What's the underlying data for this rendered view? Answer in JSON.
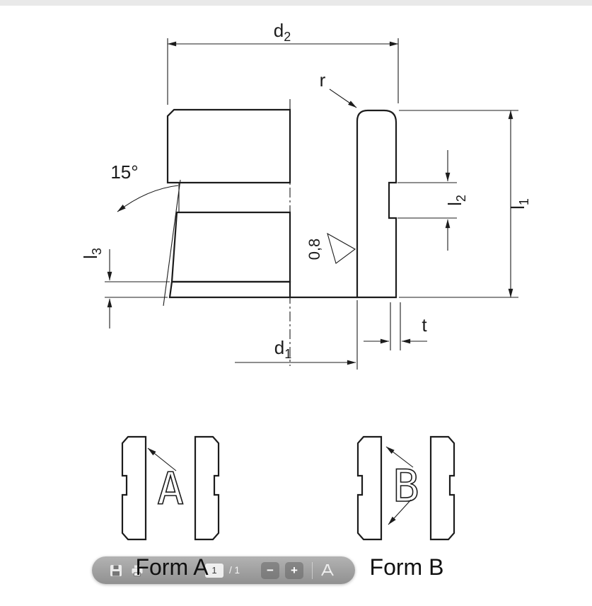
{
  "page": {
    "background": "#ffffff",
    "top_strip_color": "#e9e9e9"
  },
  "drawing": {
    "line_color": "#1c1c1c",
    "dimensions": {
      "d2": {
        "base": "d",
        "sub": "2"
      },
      "d1": {
        "base": "d",
        "sub": "1"
      },
      "l1": {
        "base": "l",
        "sub": "1"
      },
      "l2": {
        "base": "l",
        "sub": "2"
      },
      "l3": {
        "base": "l",
        "sub": "3"
      },
      "r": "r",
      "t": "t",
      "angle": "15°",
      "surface_roughness": "0,8"
    },
    "forms": {
      "a": {
        "letter": "A",
        "caption": "Form A"
      },
      "b": {
        "letter": "B",
        "caption": "Form B"
      }
    }
  },
  "toolbar": {
    "icons": {
      "save": "floppy-disk",
      "print": "printer",
      "acrobat": "adobe-acrobat"
    },
    "page_current": "1",
    "page_total_label": "/ 1",
    "zoom_out": "−",
    "zoom_in": "+",
    "color": "#8f8f8f"
  }
}
